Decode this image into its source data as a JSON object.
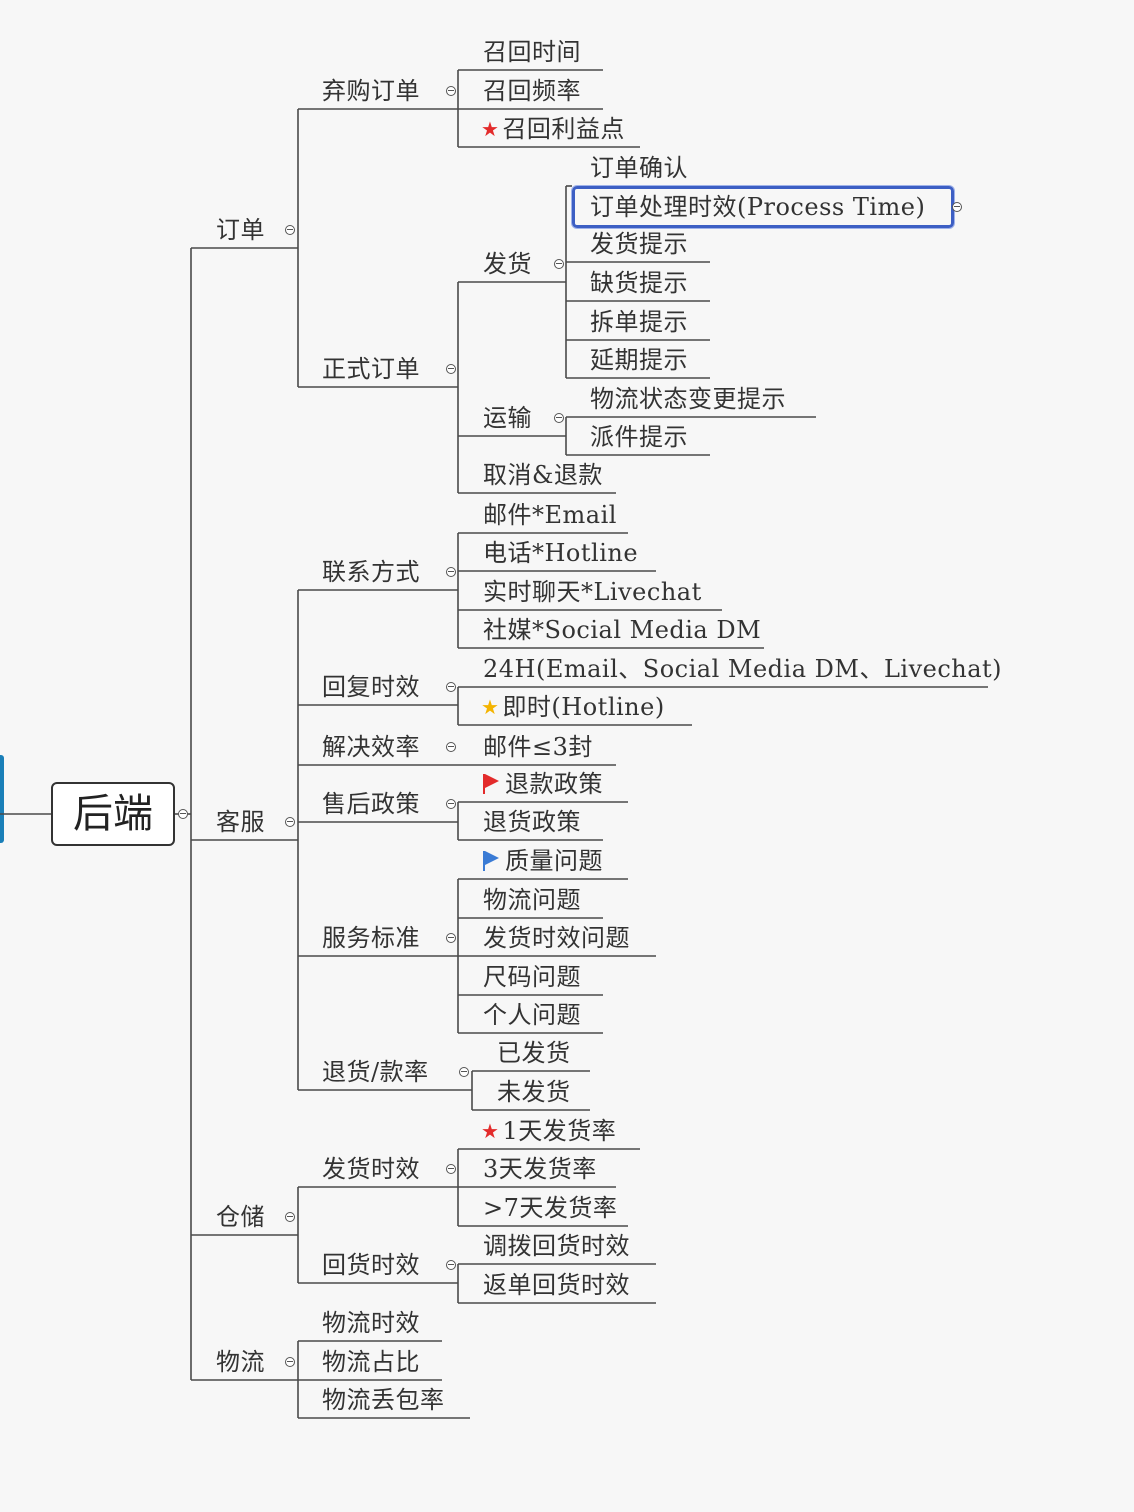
{
  "root": "后端",
  "level1": {
    "order": "订单",
    "service": "客服",
    "warehouse": "仓储",
    "logistics": "物流"
  },
  "order": {
    "abandon": "弃购订单",
    "abandon_children": [
      "召回时间",
      "召回频率",
      "召回利益点"
    ],
    "formal": "正式订单",
    "ship": "发货",
    "ship_children": [
      "订单确认",
      "订单处理时效(Process Time)",
      "发货提示",
      "缺货提示",
      "拆单提示",
      "延期提示"
    ],
    "transport": "运输",
    "transport_children": [
      "物流状态变更提示",
      "派件提示"
    ],
    "cancel": "取消&退款"
  },
  "service": {
    "contact": "联系方式",
    "contact_children": [
      "邮件*Email",
      "电话*Hotline",
      "实时聊天*Livechat",
      "社媒*Social Media DM"
    ],
    "reply": "回复时效",
    "reply_children": [
      "24H(Email、Social Media DM、Livechat)",
      "即时(Hotline)"
    ],
    "efficiency": "解决效率",
    "efficiency_child": "邮件≤3封",
    "after_sale": "售后政策",
    "after_sale_children": [
      "退款政策",
      "退货政策"
    ],
    "standard": "服务标准",
    "standard_children": [
      "质量问题",
      "物流问题",
      "发货时效问题",
      "尺码问题",
      "个人问题"
    ],
    "return_rate": "退货/款率",
    "return_rate_children": [
      "已发货",
      "未发货"
    ]
  },
  "warehouse": {
    "ship_time": "发货时效",
    "ship_time_children": [
      "1天发货率",
      "3天发货率",
      ">7天发货率"
    ],
    "return_time": "回货时效",
    "return_time_children": [
      "调拨回货时效",
      "返单回货时效"
    ]
  },
  "logistics": {
    "children": [
      "物流时效",
      "物流占比",
      "物流丢包率"
    ]
  },
  "markers": {
    "star_red": "star-icon",
    "star_gold": "star-icon",
    "flag_red": "flag-icon",
    "flag_blue": "flag-icon",
    "selection_color": "#3d5fc4"
  }
}
